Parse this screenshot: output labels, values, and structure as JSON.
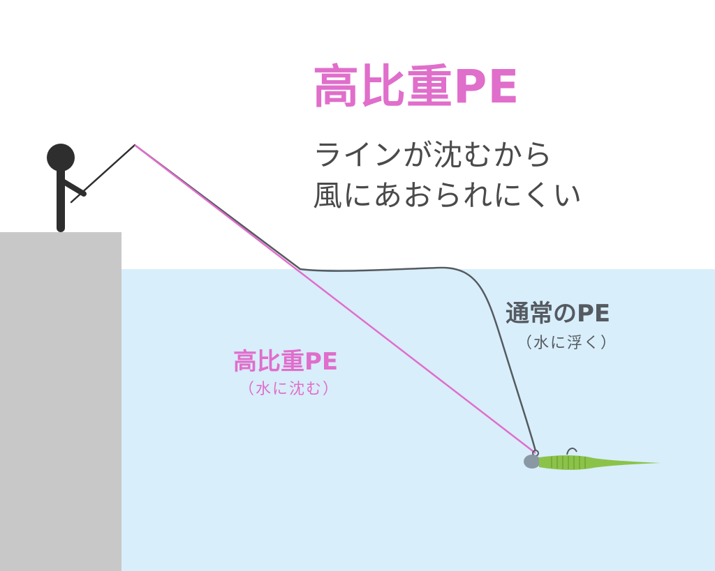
{
  "title": "高比重PE",
  "subtitle_lines": [
    "ラインが沈むから",
    "風にあおられにくい"
  ],
  "lines": {
    "high_density": {
      "label": "高比重PE",
      "note": "（水に沈む）",
      "color": "#e06ecb"
    },
    "normal": {
      "label": "通常のPE",
      "note": "（水に浮く）",
      "color": "#555a60"
    }
  },
  "colors": {
    "water": "#d8eefb",
    "pier": "#c8c8c8",
    "angler": "#2e2e2e",
    "lure": "#8bc34a",
    "sinker": "#8a98a4"
  }
}
